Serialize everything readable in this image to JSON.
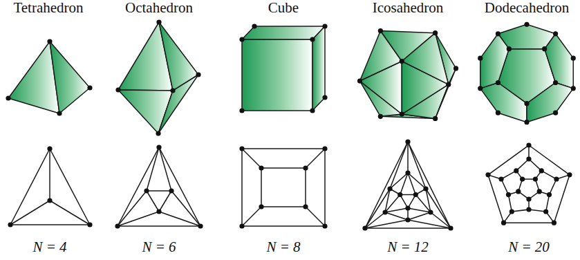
{
  "diagram": {
    "labels": [
      "Tetrahedron",
      "Octahedron",
      "Cube",
      "Icosahedron",
      "Dodecahedron",
      "N = 4",
      "N = 6",
      "N = 8",
      "N = 12",
      "N = 20"
    ]
  }
}
